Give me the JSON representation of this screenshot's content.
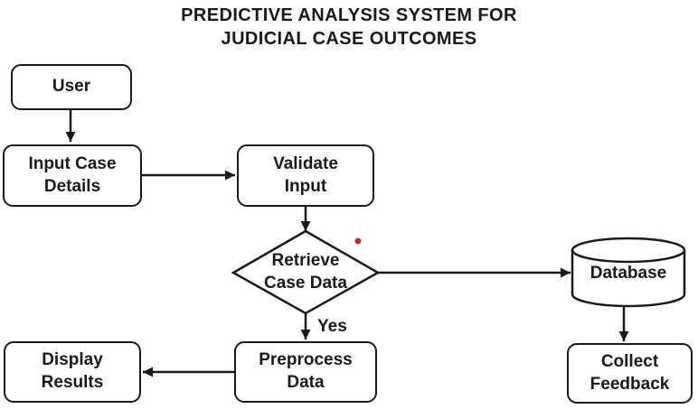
{
  "title": "PREDICTIVE ANALYSIS SYSTEM FOR\nJUDICIAL CASE OUTCOMES",
  "nodes": {
    "user": {
      "label": "User",
      "shape": "rounded-rect"
    },
    "input_case_details": {
      "label": "Input Case\nDetails",
      "shape": "rounded-rect"
    },
    "validate_input": {
      "label": "Validate\nInput",
      "shape": "rounded-rect"
    },
    "retrieve_case_data": {
      "label": "Retrieve\nCase Data",
      "shape": "diamond"
    },
    "database": {
      "label": "Database",
      "shape": "cylinder"
    },
    "preprocess_data": {
      "label": "Preprocess\nData",
      "shape": "rounded-rect"
    },
    "display_results": {
      "label": "Display\nResults",
      "shape": "rounded-rect"
    },
    "collect_feedback": {
      "label": "Collect\nFeedback",
      "shape": "rounded-rect"
    }
  },
  "edges": [
    {
      "from": "user",
      "to": "input_case_details",
      "label": ""
    },
    {
      "from": "input_case_details",
      "to": "validate_input",
      "label": ""
    },
    {
      "from": "validate_input",
      "to": "retrieve_case_data",
      "label": ""
    },
    {
      "from": "retrieve_case_data",
      "to": "database",
      "label": ""
    },
    {
      "from": "retrieve_case_data",
      "to": "preprocess_data",
      "label": "Yes"
    },
    {
      "from": "preprocess_data",
      "to": "display_results",
      "label": ""
    },
    {
      "from": "database",
      "to": "collect_feedback",
      "label": ""
    }
  ],
  "annotations": {
    "red_dot": {
      "description": "small red dot near upper-right of diamond"
    }
  },
  "colors": {
    "outline": "#1a1a1a",
    "text": "#1a1a1a",
    "background": "#ffffff",
    "red_dot": "#c0272c"
  }
}
